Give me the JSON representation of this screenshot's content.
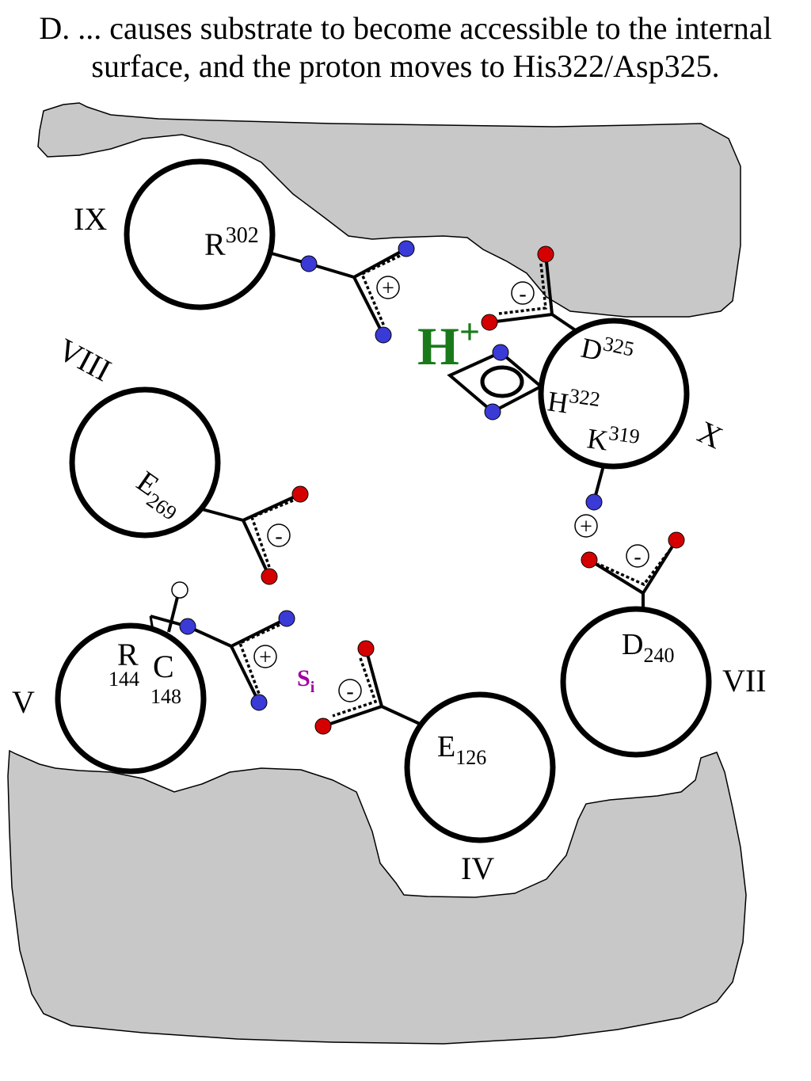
{
  "title": {
    "line1": "D. ... causes substrate to become accessible to the internal",
    "line2": "surface, and  the proton moves to His322/Asp325."
  },
  "helices": {
    "ix": "IX",
    "viii": "VIII",
    "x": "X",
    "v": "V",
    "vii": "VII",
    "iv": "IV"
  },
  "residues": {
    "r302_letter": "R",
    "r302_num": "302",
    "d325_letter": "D",
    "d325_num": "325",
    "h322_letter": "H",
    "h322_num": "322",
    "k319_letter": "K",
    "k319_num": "319",
    "e269_letter": "E",
    "e269_num": "269",
    "r144_letter": "R",
    "r144_num": "144",
    "c148_letter": "C",
    "c148_num": "148",
    "d240_letter": "D",
    "d240_num": "240",
    "e126_letter": "E",
    "e126_num": "126"
  },
  "labels": {
    "proton_letter": "H",
    "proton_charge": "+",
    "substrate_letter": "S",
    "substrate_sub": "i",
    "plus": "+",
    "minus": "-"
  },
  "colors": {
    "membrane": "#c8c8c8",
    "nitrogen": "#3a3ad6",
    "oxygen": "#d40000",
    "proton": "#1a7a1a",
    "substrate": "#a000a0"
  }
}
